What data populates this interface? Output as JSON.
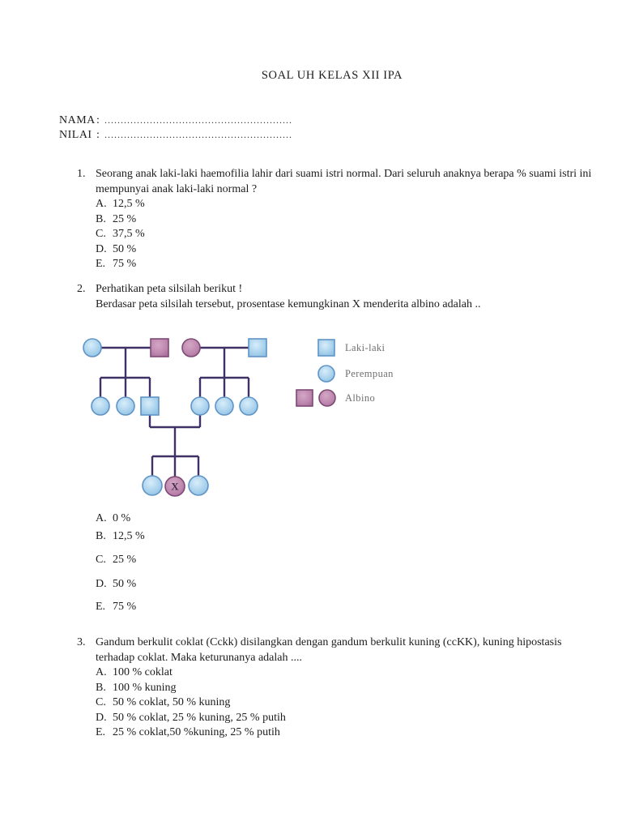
{
  "title": "SOAL UH KELAS XII IPA",
  "header_fields": [
    {
      "label": "NAMA",
      "sep": ":",
      "dots": ".........................................................."
    },
    {
      "label": "NILAI",
      "sep": ":",
      "dots": ".........................................................."
    }
  ],
  "questions": [
    {
      "number": "1.",
      "text": "Seorang anak laki-laki haemofilia lahir dari suami istri normal. Dari seluruh anaknya berapa % suami istri ini mempunyai anak laki-laki normal ?",
      "options": [
        {
          "label": "A.",
          "text": "12,5 %"
        },
        {
          "label": "B.",
          "text": "25 %"
        },
        {
          "label": "C.",
          "text": "37,5 %"
        },
        {
          "label": "D.",
          "text": "50 %"
        },
        {
          "label": "E.",
          "text": "75 %"
        }
      ]
    },
    {
      "number": "2.",
      "line1": "Perhatikan peta silsilah berikut !",
      "line2": "Berdasar peta silsilah tersebut, prosentase kemungkinan X menderita albino adalah ..",
      "options": [
        {
          "label": "A.",
          "text": "0 %"
        },
        {
          "label": "B.",
          "text": "12,5 %"
        },
        {
          "label": "C.",
          "text": "25 %"
        },
        {
          "label": "D.",
          "text": "50 %"
        },
        {
          "label": "E.",
          "text": "75 %"
        }
      ]
    },
    {
      "number": "3.",
      "text": "Gandum berkulit coklat (Cckk) disilangkan dengan gandum berkulit kuning (ccKK), kuning hipostasis terhadap coklat. Maka keturunanya adalah ....",
      "options": [
        {
          "label": "A.",
          "text": "100 % coklat"
        },
        {
          "label": "B.",
          "text": "100 % kuning"
        },
        {
          "label": "C.",
          "text": "50 % coklat, 50 % kuning"
        },
        {
          "label": "D.",
          "text": "50 % coklat, 25 % kuning, 25 % putih"
        },
        {
          "label": "E.",
          "text": "25  % coklat,50 %kuning, 25 % putih"
        }
      ]
    }
  ],
  "pedigree": {
    "x_label": "X",
    "legend": [
      {
        "symbol": "blue-square",
        "label": "Laki-laki"
      },
      {
        "symbol": "blue-circle",
        "label": "Perempuan"
      },
      {
        "symbol": "pink-square-and-circle",
        "label": "Albino"
      }
    ],
    "structure": {
      "generation1": [
        {
          "sex": "female",
          "status": "normal"
        },
        {
          "sex": "male",
          "status": "albino"
        },
        {
          "sex": "female",
          "status": "albino"
        },
        {
          "sex": "male",
          "status": "normal"
        }
      ],
      "generation2_left_children": [
        "female-normal",
        "female-normal",
        "male-normal"
      ],
      "generation2_right_children": [
        "female-normal",
        "female-normal",
        "female-normal"
      ],
      "generation3_children": [
        "female-normal",
        "female-albino-X",
        "female-normal"
      ]
    },
    "colors": {
      "normal_fill": "#a6d0ec",
      "normal_stroke": "#6094c6",
      "albino_fill": "#bd86ae",
      "albino_stroke": "#7d4a76",
      "line": "#3f3166",
      "legend_text": "#6f6f6f"
    }
  }
}
